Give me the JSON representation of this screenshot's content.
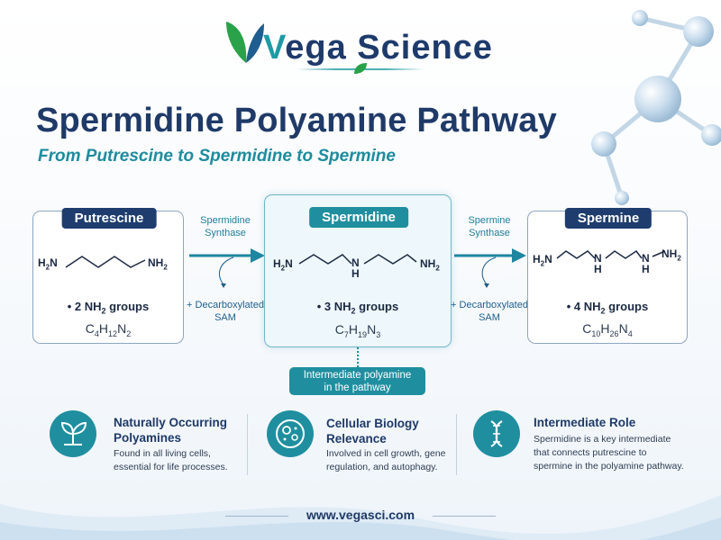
{
  "brand": {
    "name_part1": "V",
    "name_part2": "ega Science"
  },
  "title": "Spermidine Polyamine Pathway",
  "subtitle": "From Putrescine to Spermidine to Spermine",
  "molecules": [
    {
      "label": "Putrescine",
      "groups_text": "• 2 NH",
      "groups_sub": "2",
      "groups_suffix": " groups",
      "formula": [
        [
          "C",
          "4"
        ],
        [
          "H",
          "12"
        ],
        [
          "N",
          "2"
        ]
      ],
      "left_group": "H",
      "left_sub": "2",
      "left_n": "N",
      "right_group": "NH",
      "right_sub": "2"
    },
    {
      "label": "Spermidine",
      "groups_text": "• 3 NH",
      "groups_sub": "2",
      "groups_suffix": " groups",
      "formula": [
        [
          "C",
          "7"
        ],
        [
          "H",
          "19"
        ],
        [
          "N",
          "3"
        ]
      ],
      "left_group": "H",
      "left_sub": "2",
      "left_n": "N",
      "mid_n": "N",
      "mid_h": "H",
      "right_group": "NH",
      "right_sub": "2"
    },
    {
      "label": "Spermine",
      "groups_text": "• 4 NH",
      "groups_sub": "2",
      "groups_suffix": " groups",
      "formula": [
        [
          "C",
          "10"
        ],
        [
          "H",
          "26"
        ],
        [
          "N",
          "4"
        ]
      ],
      "left_group": "H",
      "left_sub": "2",
      "left_n": "N",
      "mid_n1": "N",
      "mid_h1": "H",
      "mid_n2": "N",
      "mid_h2": "H",
      "right_group": "NH",
      "right_sub": "2"
    }
  ],
  "steps": [
    {
      "enzyme_line1": "Spermidine",
      "enzyme_line2": "Synthase",
      "cofactor_line1": "+ Decarboxylated",
      "cofactor_line2": "SAM"
    },
    {
      "enzyme_line1": "Spermine",
      "enzyme_line2": "Synthase",
      "cofactor_line1": "+ Decarboxylated",
      "cofactor_line2": "SAM"
    }
  ],
  "intermediate_badge": {
    "line1": "Intermediate polyamine",
    "line2": "in the pathway"
  },
  "info": [
    {
      "title_line1": "Naturally Occurring",
      "title_line2": "Polyamines",
      "text_line1": "Found in all living cells,",
      "text_line2": "essential for life processes.",
      "icon": "sprout-icon"
    },
    {
      "title_line1": "Cellular Biology",
      "title_line2": "Relevance",
      "text_line1": "Involved in cell growth, gene",
      "text_line2": "regulation, and autophagy.",
      "icon": "cell-icon"
    },
    {
      "title_line1": "Intermediate Role",
      "text_line1": "Spermidine is a key intermediate",
      "text_line2": "that connects putrescine to",
      "text_line3": "spermine in the polyamine pathway.",
      "icon": "dna-icon"
    }
  ],
  "footer": {
    "url": "www.vegasci.com"
  },
  "colors": {
    "navy": "#1f3a68",
    "teal": "#1f8fa0",
    "arrow": "#1e86a0"
  }
}
